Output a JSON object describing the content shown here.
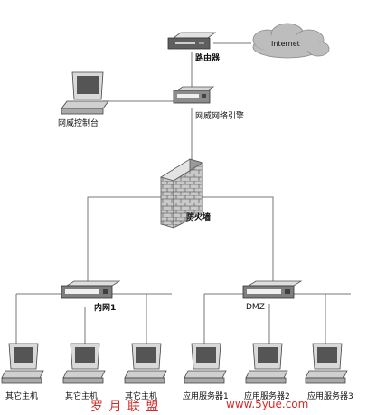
{
  "nodes": {
    "internet": "Internet",
    "router": "路由器",
    "console": "网威控制台",
    "engine": "网威网络引擎",
    "firewall": "防火墙",
    "intranet": "内网1",
    "dmz": "DMZ",
    "pc1": "其它主机",
    "pc2": "其它主机",
    "pc3": "其它主机",
    "srv1": "应用服务器1",
    "srv2": "应用服务器2",
    "srv3": "应用服务器3"
  },
  "watermark": {
    "text": "罗 月 联 盟",
    "url": "www.5yue.com"
  }
}
